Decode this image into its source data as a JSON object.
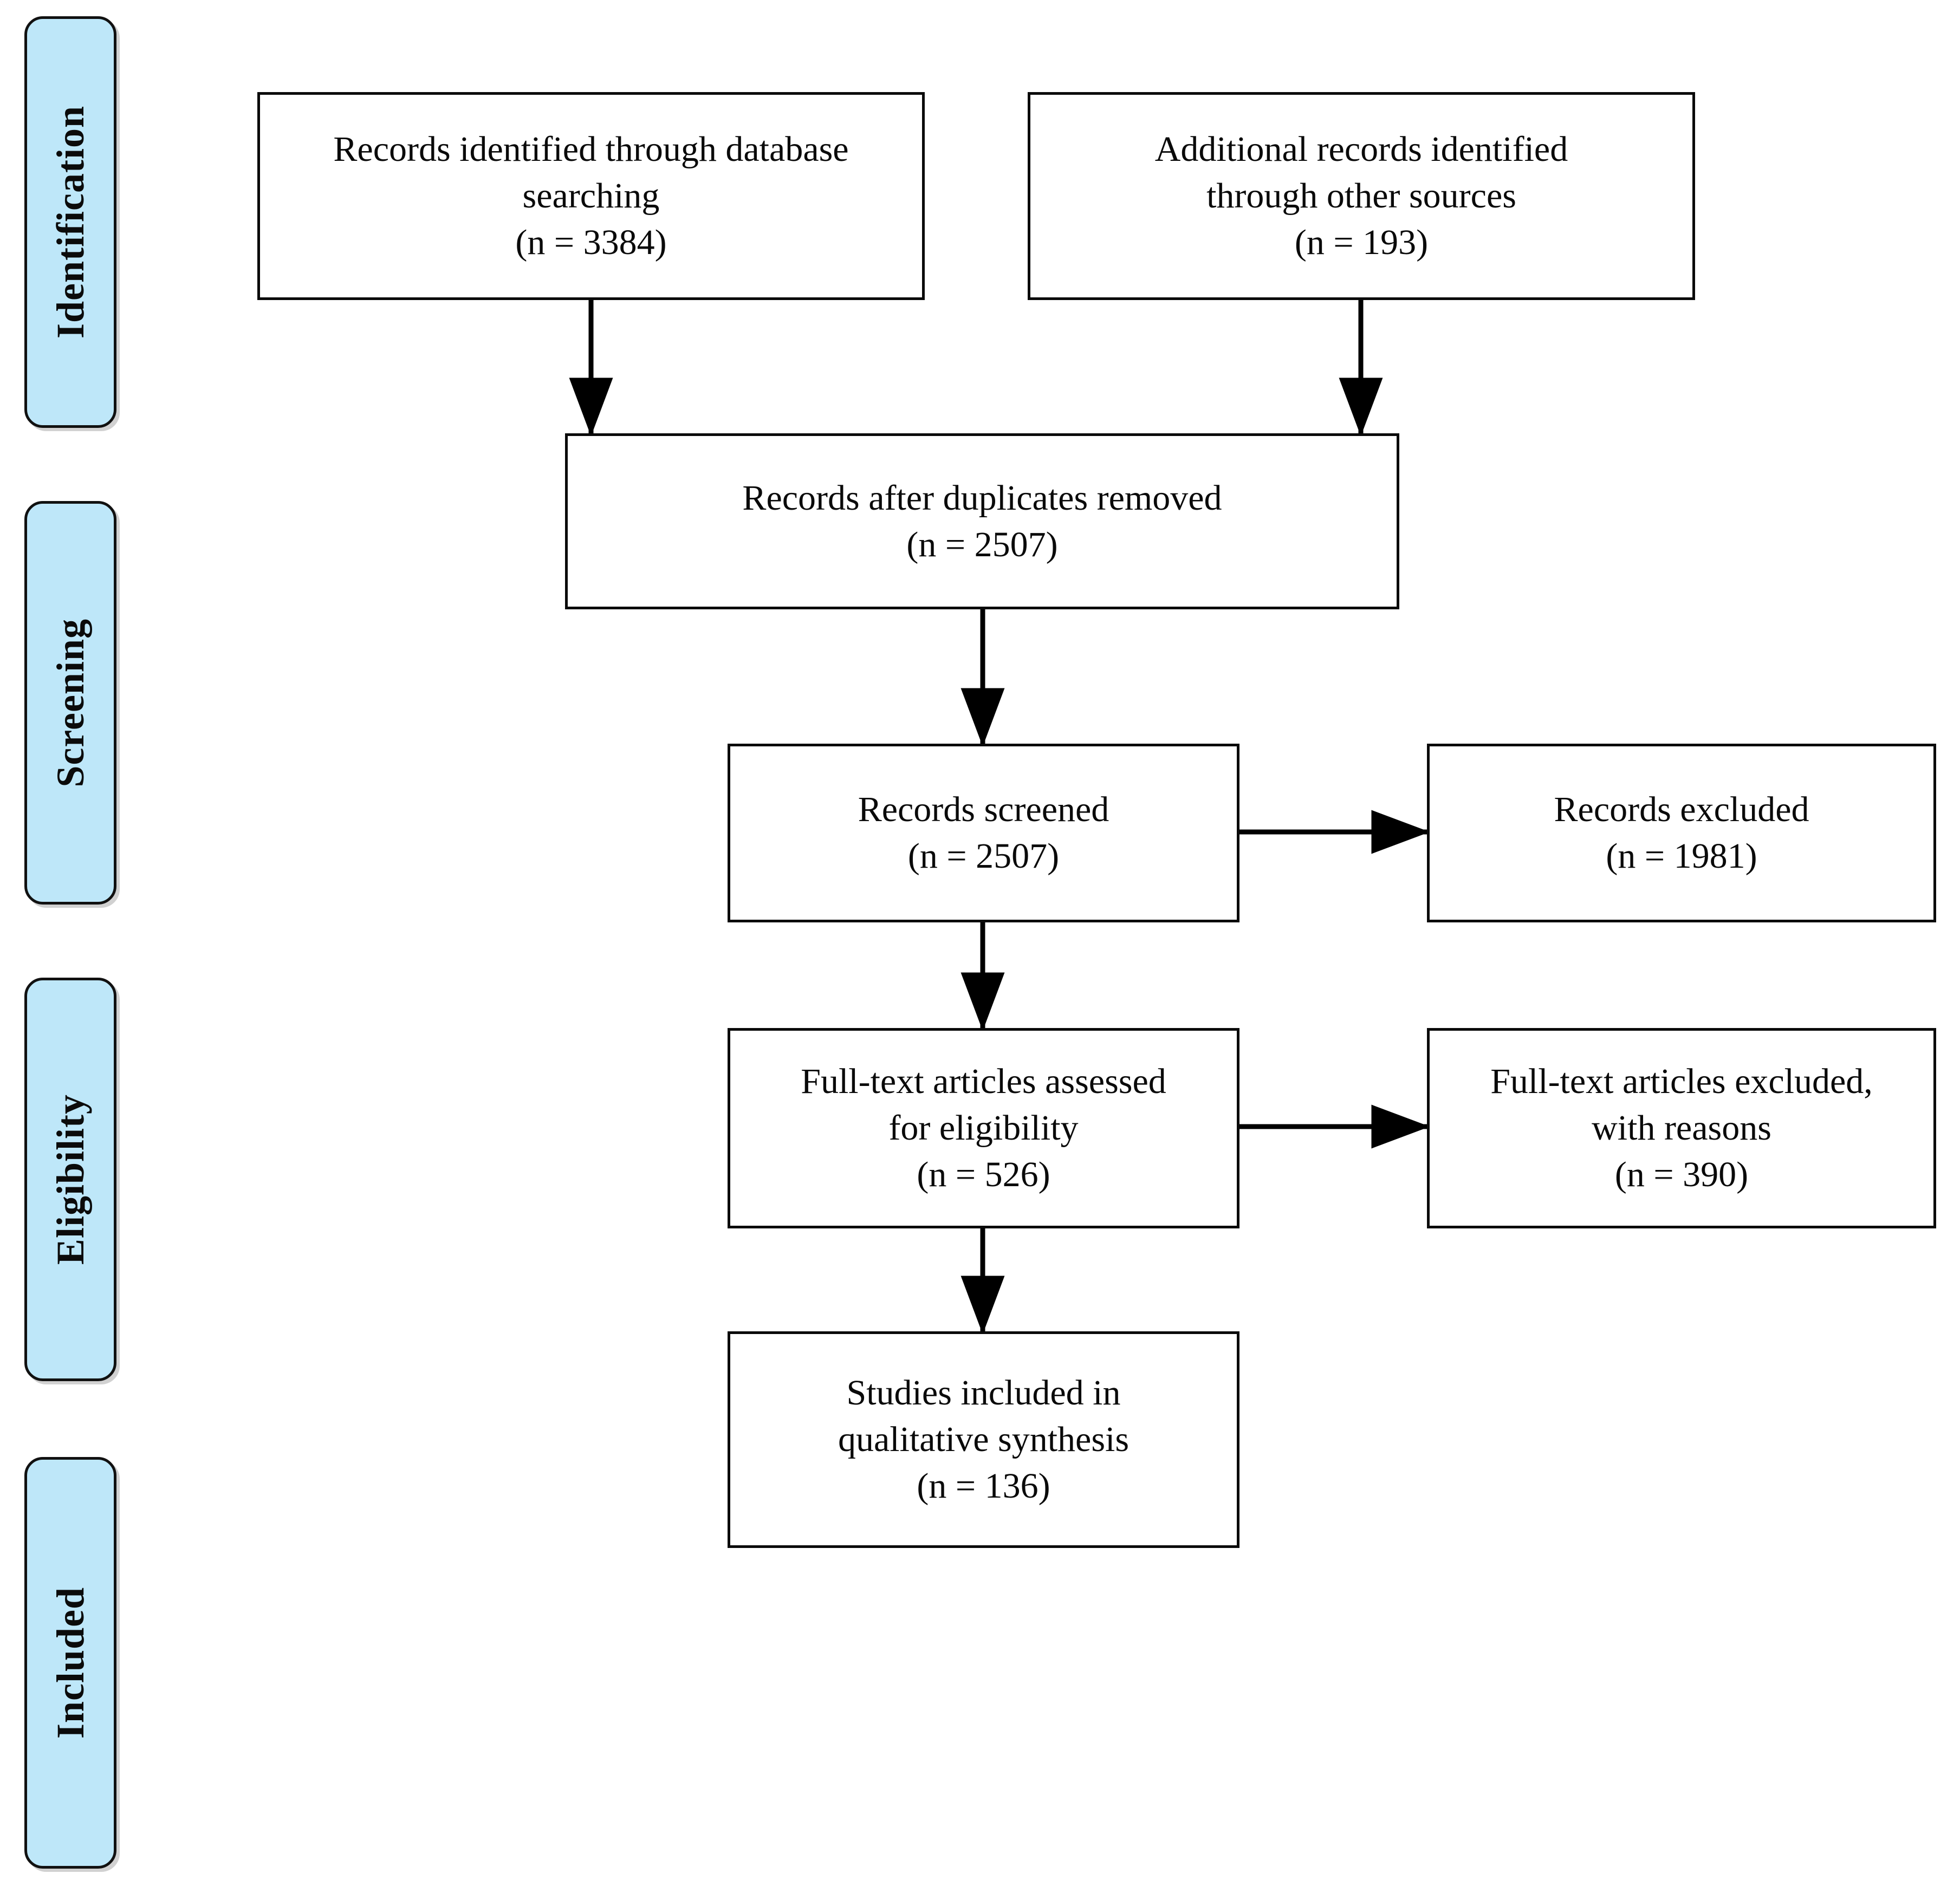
{
  "diagram": {
    "type": "prisma-flow-diagram",
    "title": "PRISMA study selection flow diagram",
    "colors": {
      "phase_label_fill": "#BEE7F9",
      "phase_label_border": "#111111",
      "box_fill": "#FFFFFF",
      "box_border": "#0A0A0A",
      "connector": "#000000",
      "page_background": "#FFFFFF"
    }
  },
  "phases": [
    {
      "id": "identification",
      "label": "Identification"
    },
    {
      "id": "screening",
      "label": "Screening"
    },
    {
      "id": "eligibility",
      "label": "Eligibility"
    },
    {
      "id": "included",
      "label": "Included"
    }
  ],
  "boxes": {
    "database_records": {
      "id": "records-identified-database",
      "line1": "Records identified through database",
      "line2": "searching",
      "line3": "(n = 3384)",
      "count": 3384
    },
    "other_records": {
      "id": "additional-records-other-sources",
      "line1": "Additional records identified",
      "line2": "through other sources",
      "line3": "(n = 193)",
      "count": 193
    },
    "duplicates_removed": {
      "id": "records-after-duplicates-removed",
      "line1": "Records after duplicates removed",
      "line2": "(n = 2507)",
      "count": 2507
    },
    "records_screened": {
      "id": "records-screened",
      "line1": "Records screened",
      "line2": "(n = 2507)",
      "count": 2507
    },
    "records_excluded": {
      "id": "records-excluded",
      "line1": "Records excluded",
      "line2": "(n = 1981)",
      "count": 1981
    },
    "fulltext_assessed": {
      "id": "full-text-articles-assessed",
      "line1": "Full-text articles assessed",
      "line2": "for eligibility",
      "line3": "(n = 526)",
      "count": 526
    },
    "fulltext_excluded": {
      "id": "full-text-articles-excluded",
      "line1": "Full-text articles excluded,",
      "line2": "with reasons",
      "line3": "(n = 390)",
      "count": 390
    },
    "studies_included": {
      "id": "studies-included-qualitative-synthesis",
      "line1": "Studies included in",
      "line2": "qualitative synthesis",
      "line3": "(n = 136)",
      "count": 136
    }
  },
  "chart_data": {
    "type": "diagram",
    "title": "PRISMA flow of information through the phases of a systematic review",
    "nodes": [
      {
        "id": "database_records",
        "phase": "Identification",
        "label": "Records identified through database searching",
        "n": 3384
      },
      {
        "id": "other_records",
        "phase": "Identification",
        "label": "Additional records identified through other sources",
        "n": 193
      },
      {
        "id": "duplicates_removed",
        "phase": "Identification",
        "label": "Records after duplicates removed",
        "n": 2507
      },
      {
        "id": "records_screened",
        "phase": "Screening",
        "label": "Records screened",
        "n": 2507
      },
      {
        "id": "records_excluded",
        "phase": "Screening",
        "label": "Records excluded",
        "n": 1981
      },
      {
        "id": "fulltext_assessed",
        "phase": "Eligibility",
        "label": "Full-text articles assessed for eligibility",
        "n": 526
      },
      {
        "id": "fulltext_excluded",
        "phase": "Eligibility",
        "label": "Full-text articles excluded, with reasons",
        "n": 390
      },
      {
        "id": "studies_included",
        "phase": "Included",
        "label": "Studies included in qualitative synthesis",
        "n": 136
      }
    ],
    "edges": [
      {
        "from": "database_records",
        "to": "duplicates_removed",
        "direction": "down"
      },
      {
        "from": "other_records",
        "to": "duplicates_removed",
        "direction": "down"
      },
      {
        "from": "duplicates_removed",
        "to": "records_screened",
        "direction": "down"
      },
      {
        "from": "records_screened",
        "to": "records_excluded",
        "direction": "right"
      },
      {
        "from": "records_screened",
        "to": "fulltext_assessed",
        "direction": "down"
      },
      {
        "from": "fulltext_assessed",
        "to": "fulltext_excluded",
        "direction": "right"
      },
      {
        "from": "fulltext_assessed",
        "to": "studies_included",
        "direction": "down"
      }
    ]
  }
}
